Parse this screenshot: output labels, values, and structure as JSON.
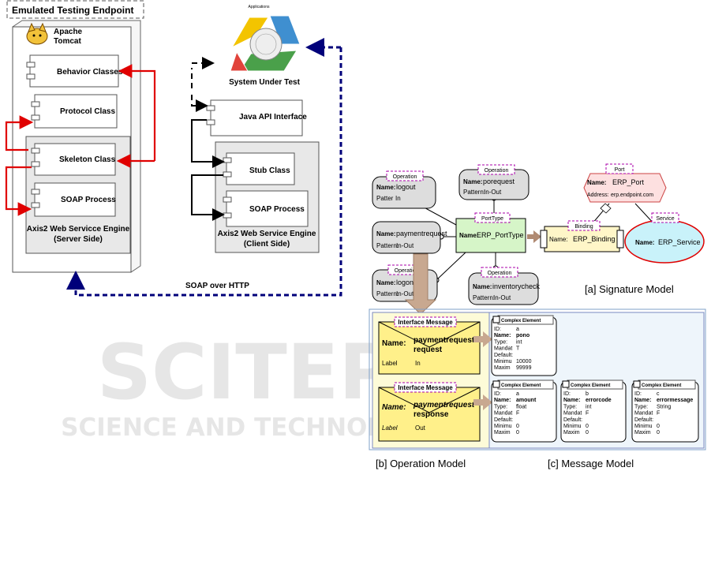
{
  "left_diagram": {
    "title": "Emulated Testing Endpoint",
    "tomcat_line1": "Apache",
    "tomcat_line2": "Tomcat",
    "behavior": "Behavior Classes",
    "protocol": "Protocol Class",
    "skeleton": "Skeleton Class",
    "soap_process_server": "SOAP Process",
    "server_engine_line1": "Axis2 Web Servicce Engine",
    "server_engine_line2": "(Server Side)",
    "sut_top_label": "Applications",
    "sut_label": "System Under Test",
    "java_api": "Java API Interface",
    "stub": "Stub Class",
    "soap_process_client": "SOAP Process",
    "client_engine_line1": "Axis2 Web Service Engine",
    "client_engine_line2": "(Client Side)",
    "soap_over_http": "SOAP over HTTP"
  },
  "watermark": {
    "big": "SCITEPRESS",
    "sub": "SCIENCE AND TECHNOLOGY PUBLICATIONS"
  },
  "signature_model": {
    "caption": "[a] Signature Model",
    "operation_tag": "Operation",
    "name_key": "Name:",
    "pattern_key": "Pattern:",
    "patter_key": "Patter",
    "op_logout_name": "logout",
    "op_logout_pattern": "In",
    "op_porequest_name": "porequest",
    "op_porequest_pattern": "In-Out",
    "op_payment_name": "paymentrequest",
    "op_payment_pattern": "In-Out",
    "op_logon_name": "logon",
    "op_logon_pattern": "In-Out",
    "op_inventory_name": "inventorycheck",
    "op_inventory_pattern": "In-Out",
    "porttype_tag": "PortType",
    "porttype_name": "ERP_PortType",
    "binding_tag": "Binding",
    "binding_name": "ERP_Binding",
    "port_tag": "Port",
    "port_name": "ERP_Port",
    "port_address_key": "Address:",
    "port_address": "erp.endpoint.com",
    "service_tag": "Service",
    "service_name": "ERP_Service"
  },
  "operation_model": {
    "caption": "[b] Operation Model",
    "msg_tag": "Interface Message",
    "name_key": "Name:",
    "label_key": "Label",
    "msg1_name_line1": "paymentrequest",
    "msg1_name_line2": "request",
    "msg1_label": "In",
    "msg2_name_line1": "paymentrequest",
    "msg2_name_line2": "response",
    "msg2_label": "Out"
  },
  "message_model": {
    "caption": "[c] Message Model",
    "ce_tag": "Complex Element",
    "keys": [
      "ID:",
      "Name:",
      "Type:",
      "Mandat",
      "Default:",
      "Minimu",
      "Maxim"
    ],
    "elements": [
      {
        "id": "a",
        "name": "pono",
        "type": "int",
        "mandatory": "T",
        "default": "",
        "min": "10000",
        "max": "99999"
      },
      {
        "id": "a",
        "name": "amount",
        "type": "float",
        "mandatory": "F",
        "default": "",
        "min": "0",
        "max": "0"
      },
      {
        "id": "b",
        "name": "errorcode",
        "type": "int",
        "mandatory": "F",
        "default": "",
        "min": "0",
        "max": "0"
      },
      {
        "id": "c",
        "name": "errormessage",
        "type": "String",
        "mandatory": "F",
        "default": "",
        "min": "0",
        "max": "0"
      }
    ]
  }
}
